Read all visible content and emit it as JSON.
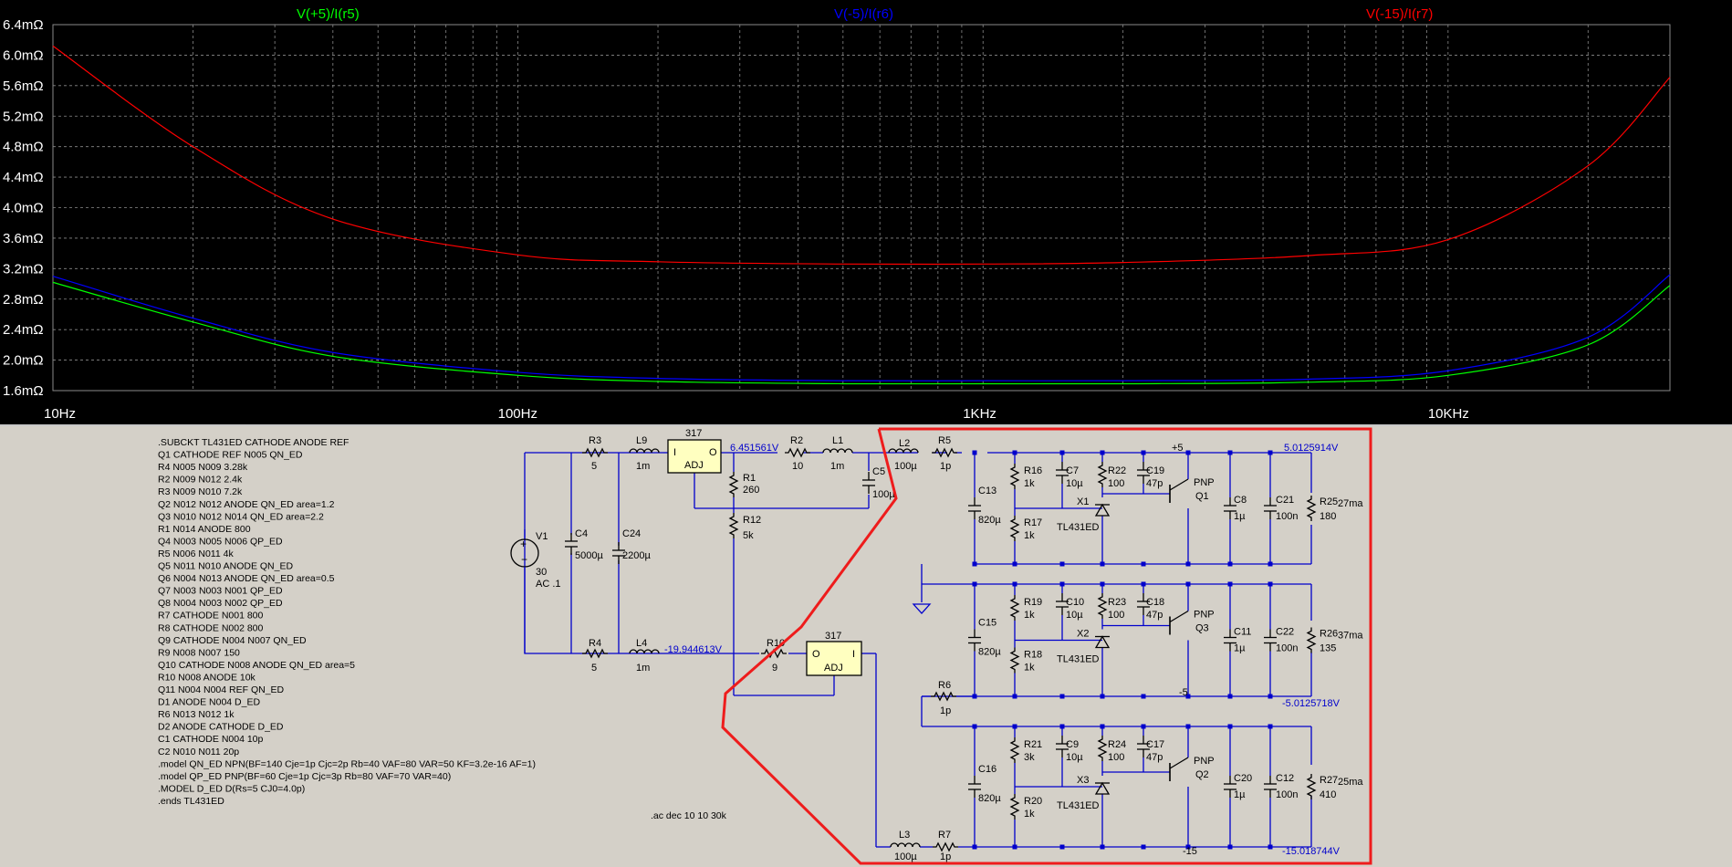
{
  "plot": {
    "background": "#000000",
    "grid_color": "#8a8a8a",
    "trace_titles": [
      {
        "text": "V(+5)/I(r5)",
        "color": "#00ff00"
      },
      {
        "text": "V(-5)/I(r6)",
        "color": "#0000ff"
      },
      {
        "text": "V(-15)/I(r7)",
        "color": "#ff0000"
      }
    ],
    "y_ticks": [
      "6.4mΩ",
      "6.0mΩ",
      "5.6mΩ",
      "5.2mΩ",
      "4.8mΩ",
      "4.4mΩ",
      "4.0mΩ",
      "3.6mΩ",
      "3.2mΩ",
      "2.8mΩ",
      "2.4mΩ",
      "2.0mΩ",
      "1.6mΩ"
    ],
    "x_ticks": [
      "10Hz",
      "100Hz",
      "1KHz",
      "10KHz"
    ]
  },
  "chart_data": {
    "type": "line",
    "xscale": "log",
    "xlim": [
      10,
      30000
    ],
    "ylim": [
      1.6,
      6.4
    ],
    "xlabel": "",
    "ylabel": "",
    "grid": true,
    "x": [
      10,
      20,
      40,
      100,
      200,
      500,
      1000,
      2000,
      5000,
      10000,
      20000,
      30000
    ],
    "series": [
      {
        "name": "V(+5)/I(r5)",
        "color": "#00ff00",
        "values": [
          3.02,
          2.5,
          2.05,
          1.8,
          1.72,
          1.69,
          1.69,
          1.69,
          1.71,
          1.8,
          2.2,
          2.98
        ]
      },
      {
        "name": "V(-5)/I(r6)",
        "color": "#0000ff",
        "values": [
          3.1,
          2.55,
          2.1,
          1.84,
          1.76,
          1.73,
          1.73,
          1.73,
          1.75,
          1.86,
          2.3,
          3.12
        ]
      },
      {
        "name": "V(-15)/I(r7)",
        "color": "#ff0000",
        "values": [
          6.12,
          4.8,
          3.85,
          3.38,
          3.29,
          3.26,
          3.26,
          3.28,
          3.37,
          3.58,
          4.55,
          5.71
        ]
      }
    ]
  },
  "netlist": [
    ".SUBCKT TL431ED CATHODE ANODE REF",
    "Q1 CATHODE REF N005 QN_ED",
    "R4 N005 N009 3.28k",
    "R2 N009 N012 2.4k",
    "R3 N009 N010 7.2k",
    "Q2 N012 N012 ANODE QN_ED area=1.2",
    "Q3 N010 N012 N014 QN_ED area=2.2",
    "R1 N014 ANODE 800",
    "Q4 N003 N005 N006 QP_ED",
    "R5 N006 N011 4k",
    "Q5 N011 N010 ANODE QN_ED",
    "Q6 N004 N013 ANODE QN_ED area=0.5",
    "Q7 N003 N003 N001 QP_ED",
    "Q8 N004 N003 N002 QP_ED",
    "R7 CATHODE N001 800",
    "R8 CATHODE N002 800",
    "Q9 CATHODE N004 N007 QN_ED",
    "R9 N008 N007 150",
    "Q10 CATHODE N008 ANODE QN_ED area=5",
    "R10 N008 ANODE 10k",
    "Q11 N004 N004 REF QN_ED",
    "D1 ANODE N004 D_ED",
    "R6 N013 N012 1k",
    "D2 ANODE CATHODE D_ED",
    "C1 CATHODE N004 10p",
    "C2 N010 N011 20p",
    ".model QN_ED NPN(BF=140 Cje=1p Cjc=2p Rb=40 VAF=80 VAR=50 KF=3.2e-16 AF=1)",
    ".model QP_ED PNP(BF=60 Cje=1p Cjc=3p Rb=80 VAF=70 VAR=40)",
    ".MODEL D_ED D(Rs=5 CJ0=4.0p)",
    ".ends TL431ED"
  ],
  "sim_directive": ".ac dec 10 10 30k",
  "net_labels": {
    "v317_top_out": "6.451561V",
    "v317_bot_out": "-19.944613V",
    "p5": "5.0125914V",
    "m5": "-5.0125718V",
    "m15": "-15.018744V",
    "plus5": "+5",
    "minus5": "-5",
    "minus15": "-15"
  },
  "components": {
    "V1": {
      "name": "V1",
      "value": "30",
      "extra": "AC .1"
    },
    "R3": {
      "name": "R3",
      "value": "5"
    },
    "R4": {
      "name": "R4",
      "value": "5"
    },
    "L9": {
      "name": "L9",
      "value": "1m"
    },
    "L4": {
      "name": "L4",
      "value": "1m"
    },
    "C4": {
      "name": "C4",
      "value": "5000µ"
    },
    "C24": {
      "name": "C24",
      "value": "2200µ"
    },
    "U1": {
      "name": "317",
      "in": "I",
      "out": "O",
      "adj": "ADJ"
    },
    "U2": {
      "name": "317",
      "in": "I",
      "out": "O",
      "adj": "ADJ"
    },
    "R1": {
      "name": "R1",
      "value": "260"
    },
    "R12": {
      "name": "R12",
      "value": "5k"
    },
    "R2": {
      "name": "R2",
      "value": "10"
    },
    "L1": {
      "name": "L1",
      "value": "1m"
    },
    "C5": {
      "name": "C5",
      "value": "100µ"
    },
    "R10": {
      "name": "R10",
      "value": "9"
    },
    "L2": {
      "name": "L2",
      "value": "100µ"
    },
    "R5": {
      "name": "R5",
      "value": "1p"
    },
    "L3": {
      "name": "L3",
      "value": "100µ"
    },
    "R7": {
      "name": "R7",
      "value": "1p"
    },
    "R6": {
      "name": "R6",
      "value": "1p"
    },
    "C13": {
      "name": "C13",
      "value": "820µ"
    },
    "C15": {
      "name": "C15",
      "value": "820µ"
    },
    "C16": {
      "name": "C16",
      "value": "820µ"
    },
    "R16": {
      "name": "R16",
      "value": "1k"
    },
    "R17": {
      "name": "R17",
      "value": "1k"
    },
    "R19": {
      "name": "R19",
      "value": "1k"
    },
    "R18": {
      "name": "R18",
      "value": "1k"
    },
    "R21": {
      "name": "R21",
      "value": "3k"
    },
    "R20": {
      "name": "R20",
      "value": "1k"
    },
    "C7": {
      "name": "C7",
      "value": "10µ"
    },
    "C10": {
      "name": "C10",
      "value": "10µ"
    },
    "C9": {
      "name": "C9",
      "value": "10µ"
    },
    "R22": {
      "name": "R22",
      "value": "100"
    },
    "R23": {
      "name": "R23",
      "value": "100"
    },
    "R24": {
      "name": "R24",
      "value": "100"
    },
    "C19": {
      "name": "C19",
      "value": "47p"
    },
    "C18": {
      "name": "C18",
      "value": "47p"
    },
    "C17": {
      "name": "C17",
      "value": "47p"
    },
    "X1": {
      "name": "X1",
      "value": "TL431ED"
    },
    "X2": {
      "name": "X2",
      "value": "TL431ED"
    },
    "X3": {
      "name": "X3",
      "value": "TL431ED"
    },
    "Q1": {
      "name": "Q1",
      "type": "PNP"
    },
    "Q3": {
      "name": "Q3",
      "type": "PNP"
    },
    "Q2": {
      "name": "Q2",
      "type": "PNP"
    },
    "C8": {
      "name": "C8",
      "value": "1µ"
    },
    "C11": {
      "name": "C11",
      "value": "1µ"
    },
    "C20": {
      "name": "C20",
      "value": "1µ"
    },
    "C21": {
      "name": "C21",
      "value": "100n"
    },
    "C22": {
      "name": "C22",
      "value": "100n"
    },
    "C12": {
      "name": "C12",
      "value": "100n"
    },
    "R25": {
      "name": "R25",
      "value": "180",
      "current": "27ma"
    },
    "R26": {
      "name": "R26",
      "value": "135",
      "current": "37ma"
    },
    "R27": {
      "name": "R27",
      "value": "410",
      "current": "25ma"
    }
  }
}
